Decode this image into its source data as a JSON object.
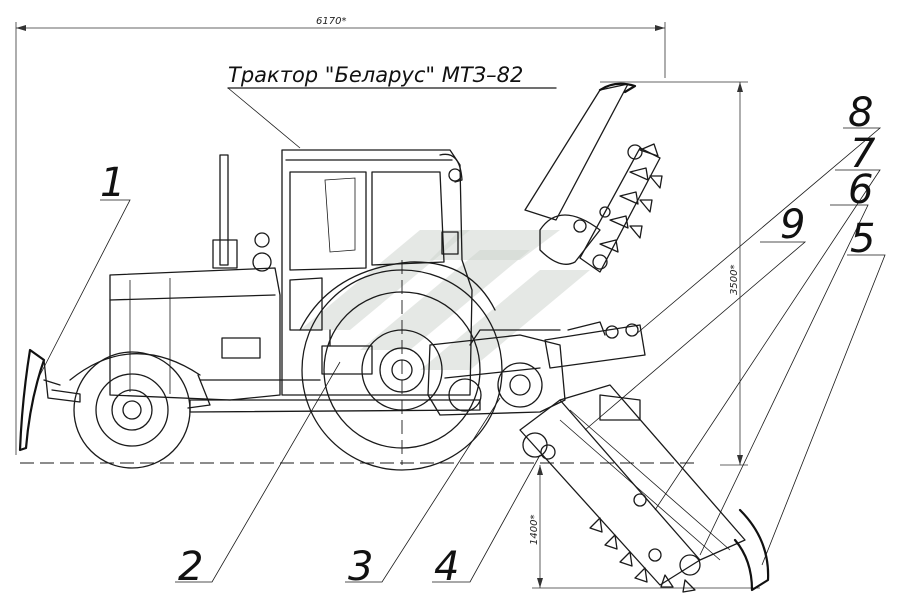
{
  "title": "Трактор \"Беларус\" МТЗ–82",
  "dimensions": {
    "overall_length": "6170*",
    "height": "3500*",
    "depth": "1400*"
  },
  "callouts": [
    "1",
    "2",
    "3",
    "4",
    "5",
    "6",
    "7",
    "8",
    "9"
  ]
}
